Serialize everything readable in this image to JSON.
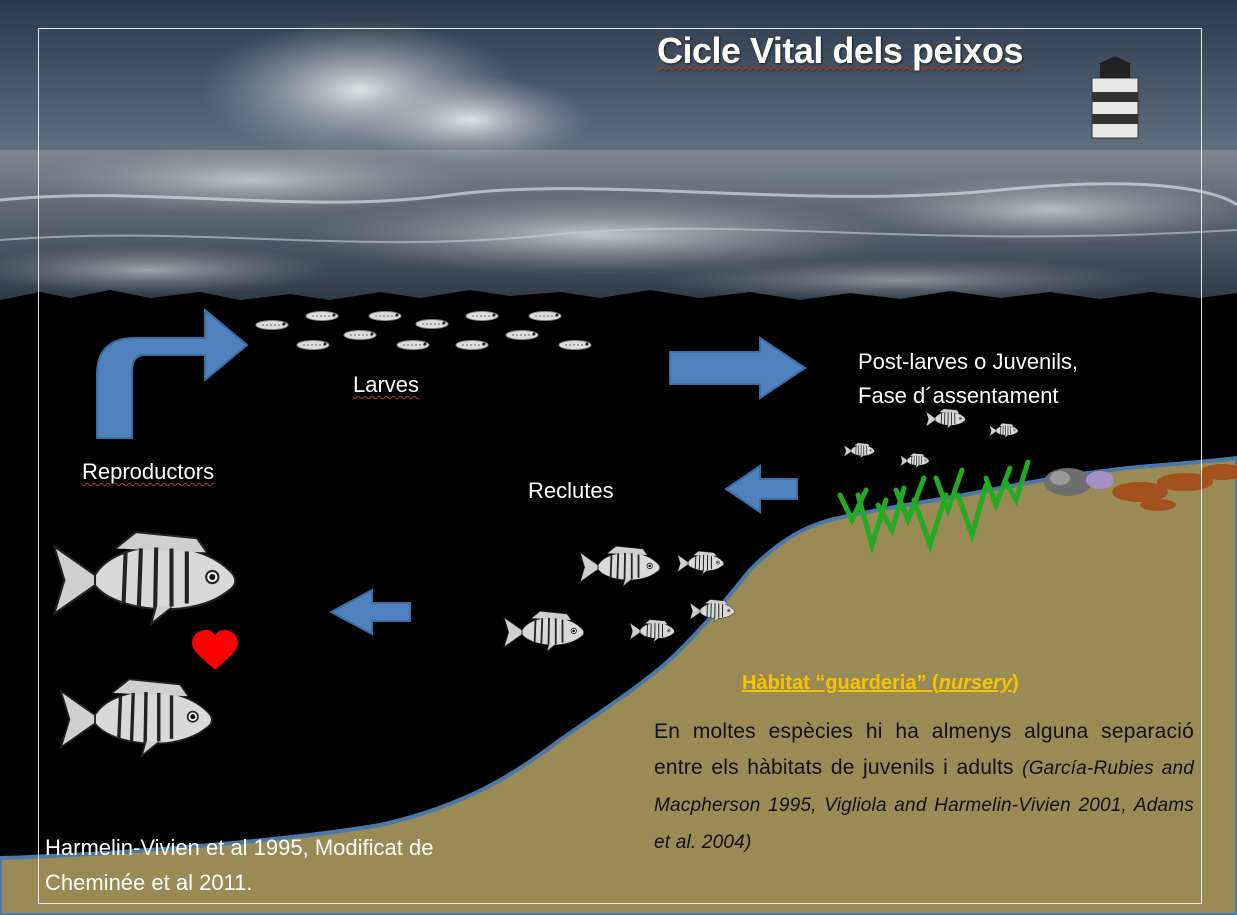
{
  "title": "Cicle Vital dels peixos",
  "stages": {
    "larves": "Larves",
    "post_larves_line1": "Post-larves o  Juvenils,",
    "post_larves_line2": "Fase d´assentament",
    "reproductors": "Reproductors",
    "reclutes": "Reclutes"
  },
  "habitat": {
    "title_prefix": "Hàbitat “guarderia” (",
    "title_italic": "nursery",
    "title_suffix": ")",
    "body": "En moltes espècies hi ha almenys alguna separació entre els hàbitats de juvenils i adults ",
    "references": "(García-Rubies and Macpherson 1995, Vigliola and Harmelin-Vivien 2001, Adams et al. 2004)"
  },
  "citation": {
    "line1": "Harmelin-Vivien et al 1995, Modificat de",
    "line2": "Cheminée et al 2011."
  },
  "colors": {
    "arrow": "#4f81bd",
    "seabed": "#9a8a55",
    "seabed_edge": "#4a78a8",
    "seagrass": "#22aa22",
    "heart": "#ff0000",
    "habitat_title": "#f5c400",
    "background": "#000000"
  },
  "icons": [
    "heart-icon",
    "fish-icon",
    "larva-icon",
    "seagrass-icon",
    "lighthouse-icon"
  ]
}
